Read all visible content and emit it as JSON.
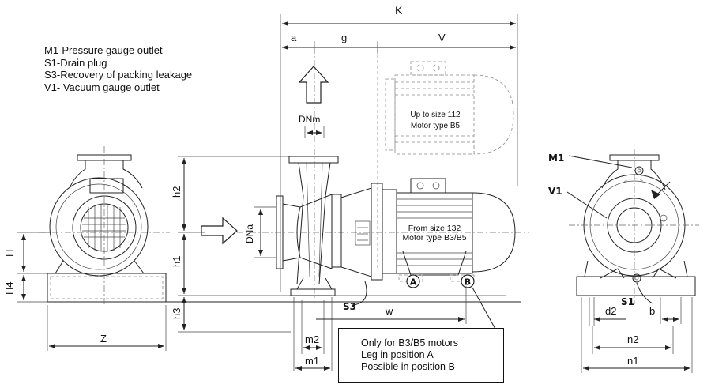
{
  "legend": [
    "M1-Pressure gauge outlet",
    "S1-Drain plug",
    "S3-Recovery of packing leakage",
    "V1- Vacuum gauge outlet"
  ],
  "dimensions": {
    "K": "K",
    "a": "a",
    "g": "g",
    "V": "V",
    "DNm": "DNm",
    "DNa": "DNa",
    "h1": "h1",
    "h2": "h2",
    "h3": "h3",
    "H": "H",
    "H4": "H4",
    "Z": "Z",
    "w": "w",
    "m1": "m1",
    "m2": "m2",
    "n1": "n1",
    "n2": "n2",
    "d2": "d2",
    "b": "b"
  },
  "callouts": {
    "M1": "M1",
    "V1": "V1",
    "S1": "S1",
    "S3": "S3",
    "A": "A",
    "B": "B"
  },
  "motor_top": {
    "line1": "Up to size 112",
    "line2": "Motor type B5"
  },
  "motor_bottom": {
    "line1": "From size 132",
    "line2": "Motor type B3/B5"
  },
  "note": [
    "Only for B3/B5 motors",
    "Leg in position A",
    "Possible in position B"
  ]
}
